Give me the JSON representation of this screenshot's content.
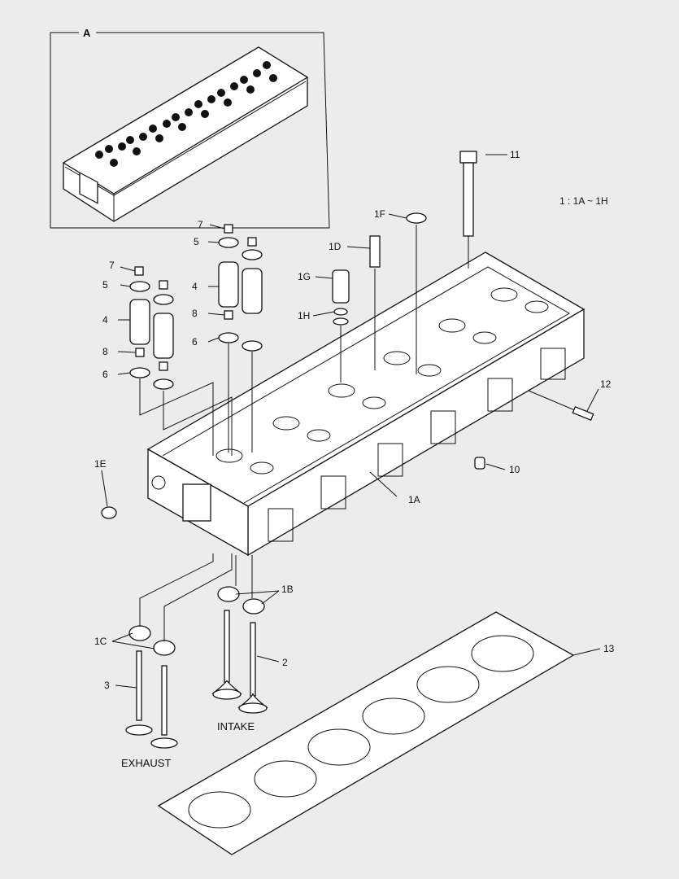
{
  "detail": {
    "label": "A"
  },
  "range_note": "1 : 1A ~ 1H",
  "callouts": {
    "c1A": "1A",
    "c1B": "1B",
    "c1C": "1C",
    "c1D": "1D",
    "c1E": "1E",
    "c1F": "1F",
    "c1G": "1G",
    "c1H": "1H",
    "c2": "2",
    "c3": "3",
    "c4a": "4",
    "c4b": "4",
    "c5a": "5",
    "c5b": "5",
    "c6a": "6",
    "c6b": "6",
    "c7a": "7",
    "c7b": "7",
    "c8a": "8",
    "c8b": "8",
    "c10": "10",
    "c11": "11",
    "c12": "12",
    "c13": "13"
  },
  "captions": {
    "intake": "INTAKE",
    "exhaust": "EXHAUST"
  }
}
